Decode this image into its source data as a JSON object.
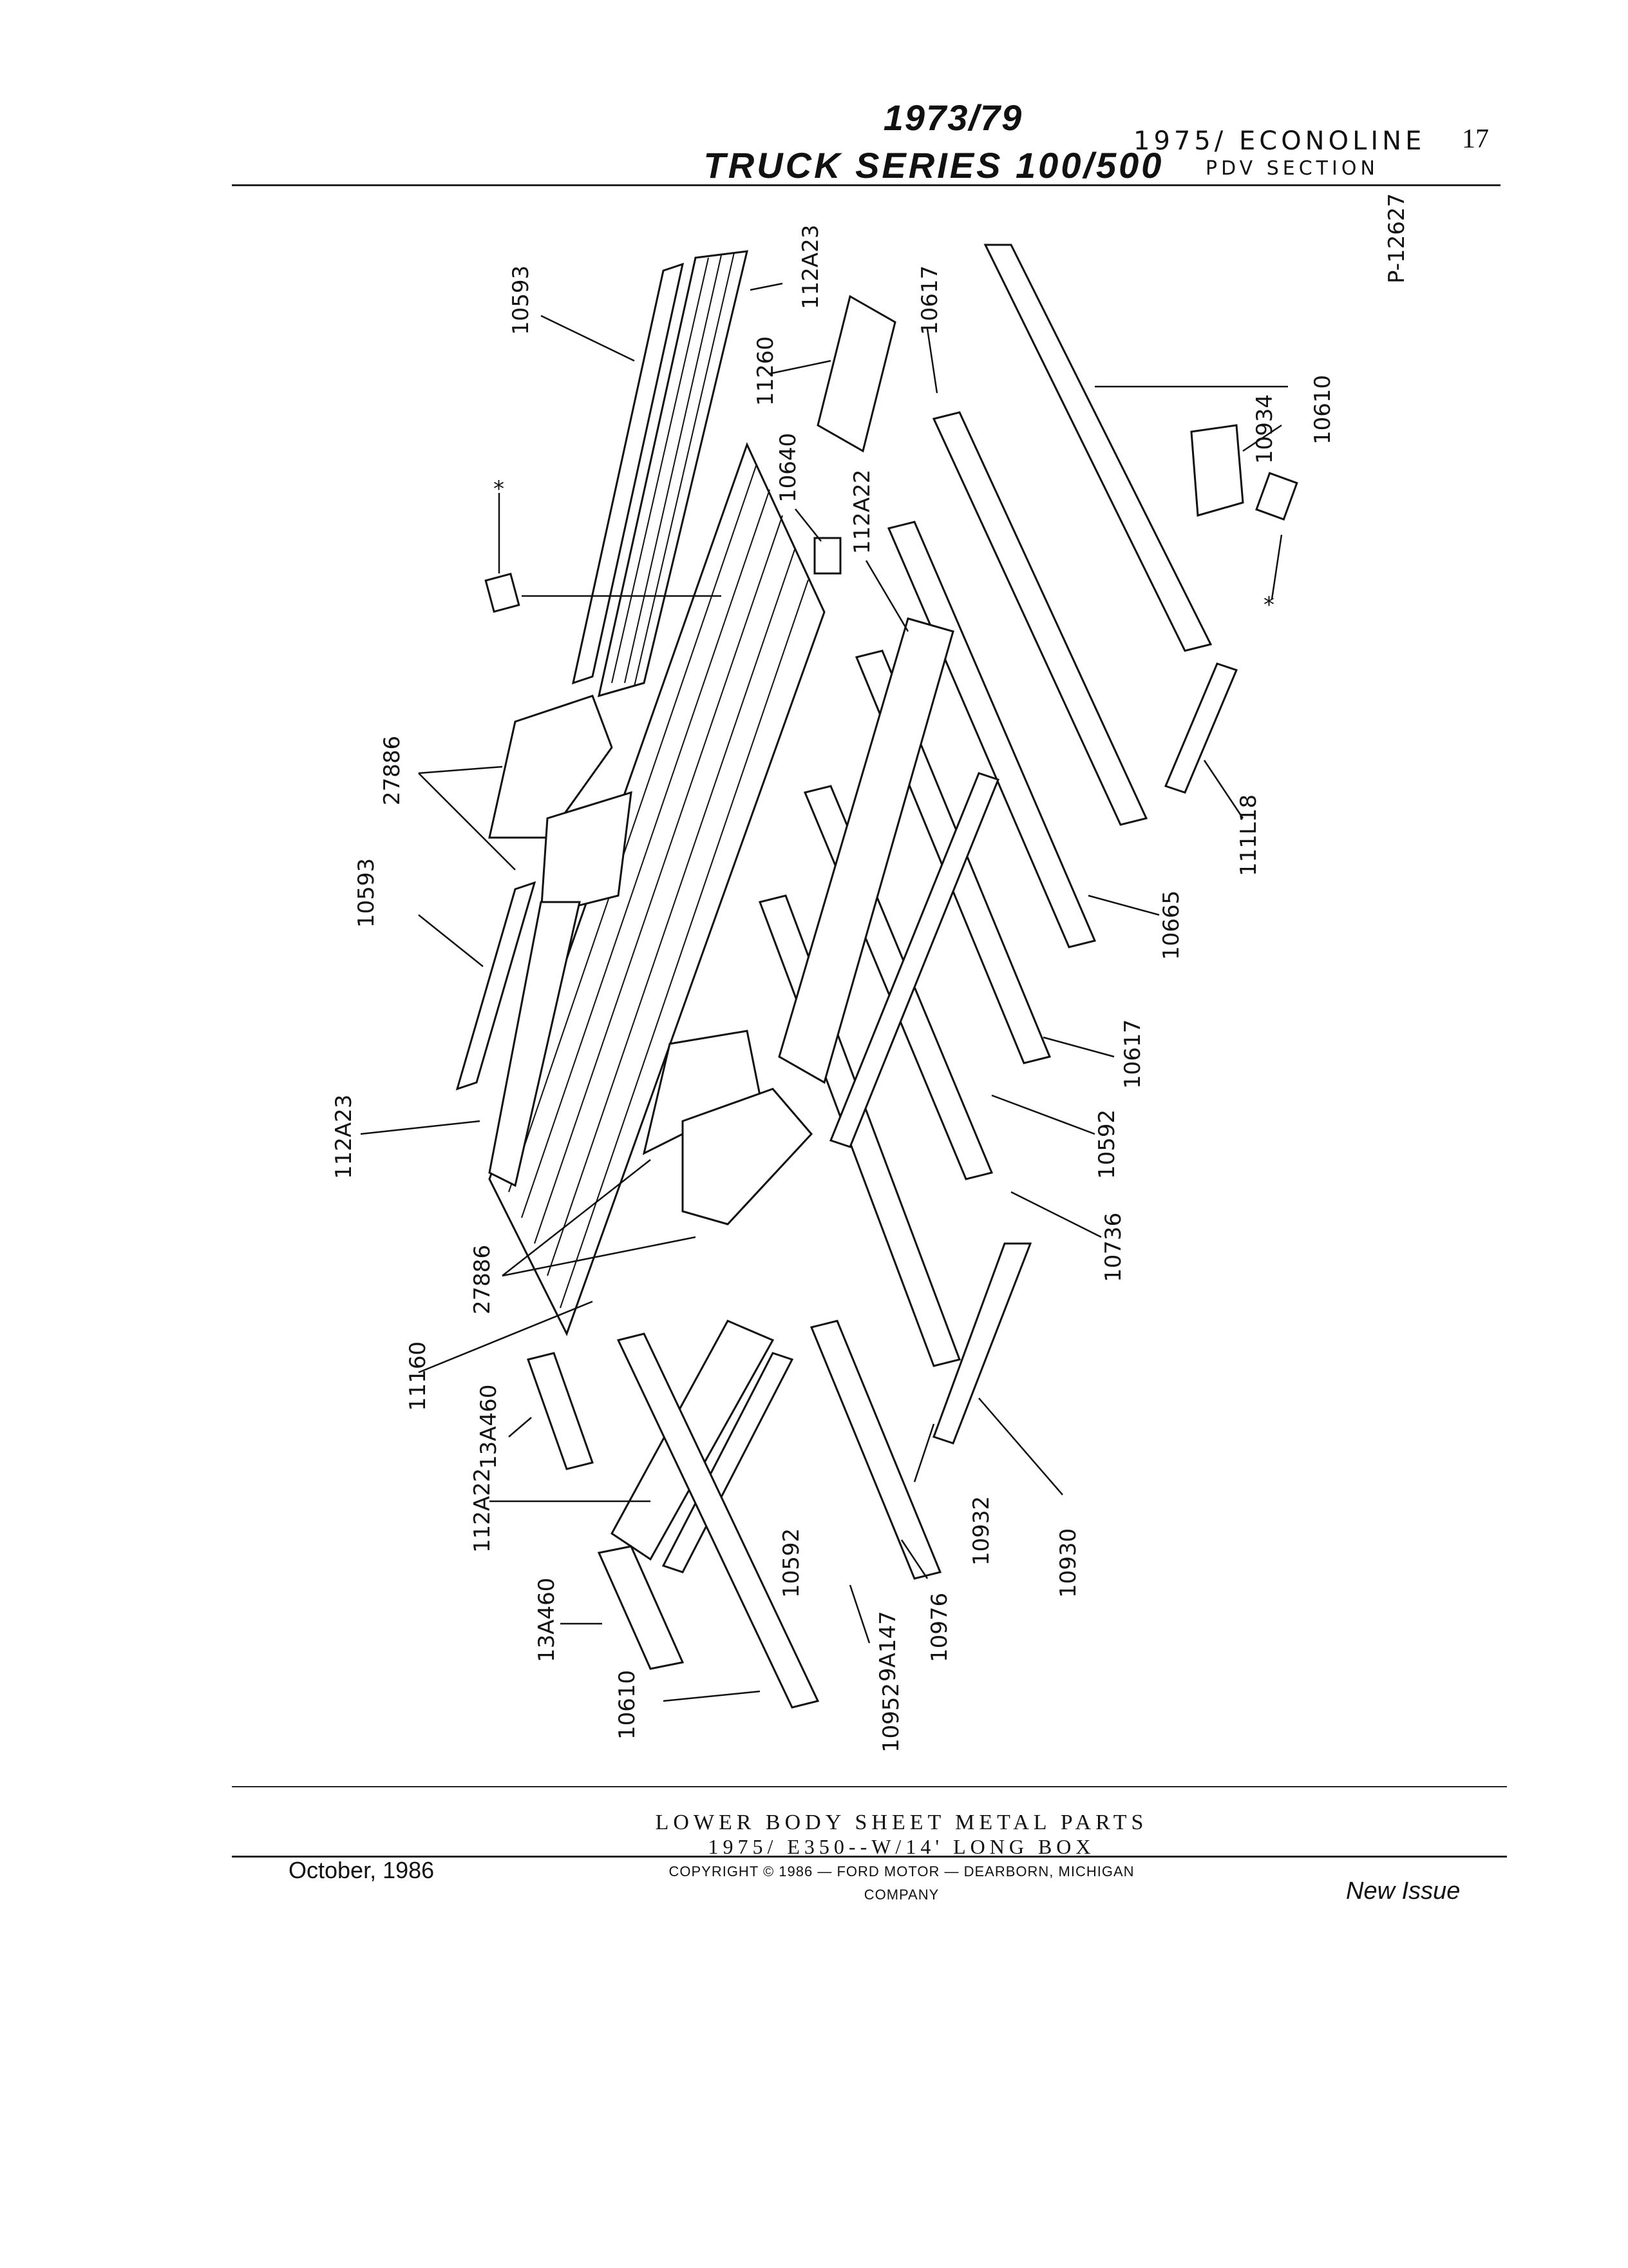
{
  "header": {
    "series_year": "1973/79",
    "series_name": "TRUCK SERIES 100/500",
    "model": "1975/ ECONOLINE",
    "section": "PDV SECTION",
    "page_number": "17"
  },
  "figure_code": "P-12627",
  "part_labels": {
    "p10593_top": "10593",
    "p112A23_top": "112A23",
    "p11260": "11260",
    "p10617_top": "10617",
    "p10640": "10640",
    "p112A22_top": "112A22",
    "p10934": "10934",
    "p10610_right": "10610",
    "star_left": "*",
    "star_right": "*",
    "p27886_upper": "27886",
    "p10593_mid": "10593",
    "p111L18": "111L18",
    "p10665": "10665",
    "p10617_mid": "10617",
    "p112A23_left": "112A23",
    "p10592_right": "10592",
    "p10736": "10736",
    "p27886_lower": "27886",
    "p11160": "11160",
    "p13A460_upper": "13A460",
    "p112A22_lower": "112A22",
    "p10592_lower": "10592",
    "p10932": "10932",
    "p10930": "10930",
    "p13A460_lower": "13A460",
    "p10976": "10976",
    "p9A147": "9A147",
    "p10952": "10952",
    "p10610_lower": "10610"
  },
  "footer": {
    "caption_line1": "LOWER BODY SHEET METAL PARTS",
    "caption_line2": "1975/ E350--W/14' LONG BOX",
    "date": "October, 1986",
    "copyright": "COPYRIGHT © 1986 — FORD MOTOR — DEARBORN, MICHIGAN",
    "company": "COMPANY",
    "issue": "New Issue"
  }
}
